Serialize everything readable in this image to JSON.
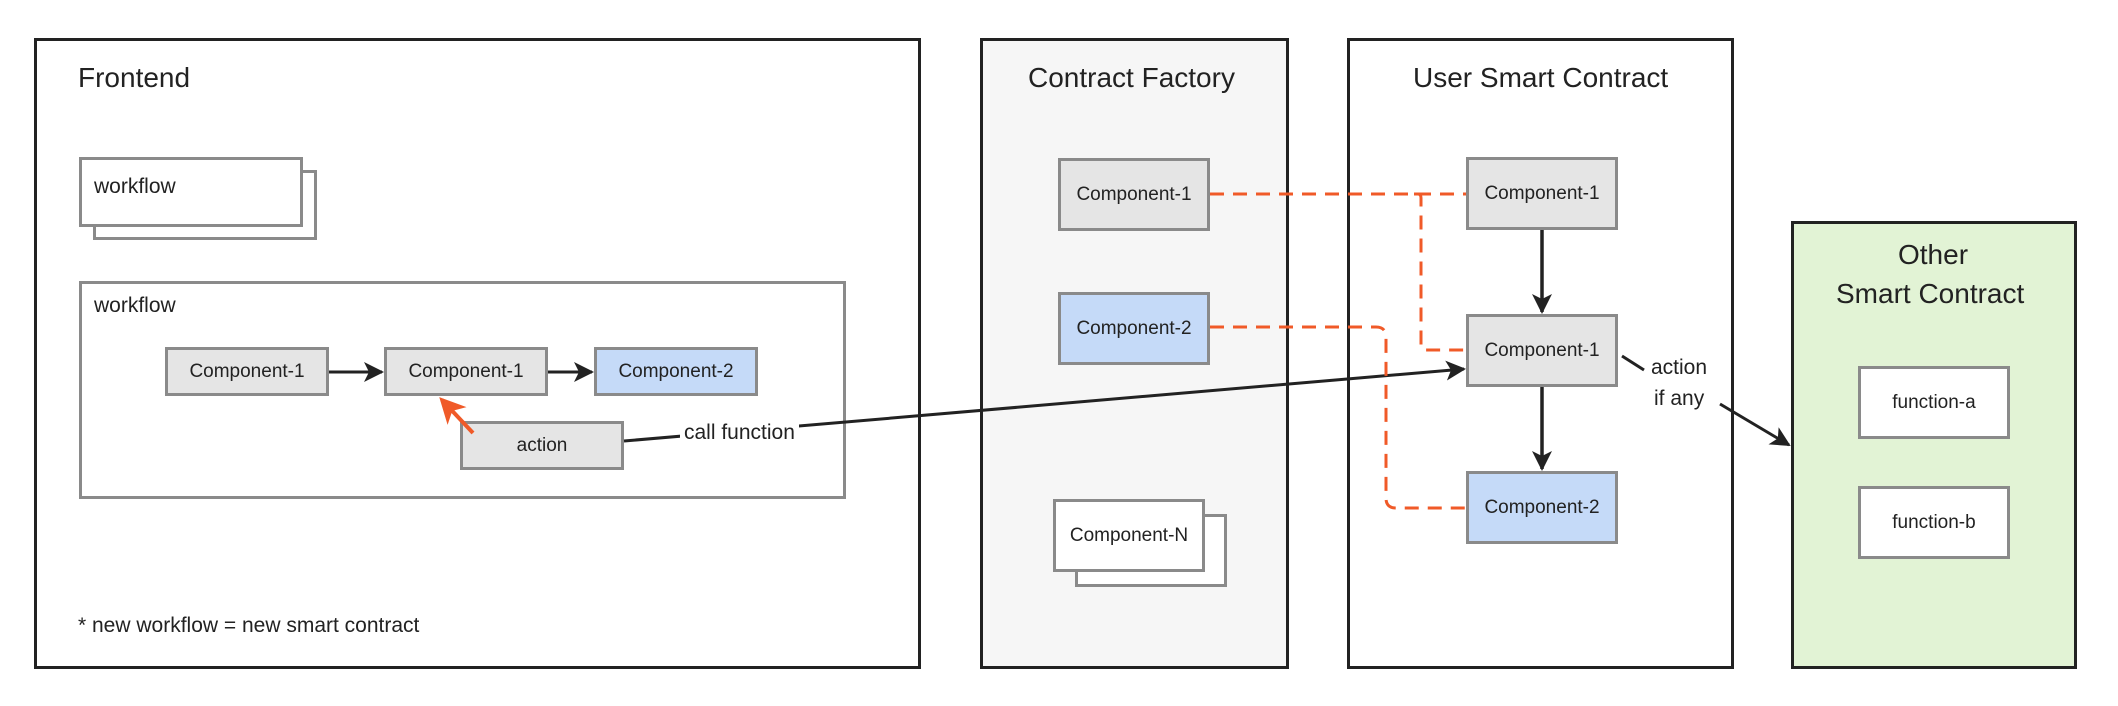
{
  "frontend": {
    "title": "Frontend",
    "workflow_stack_label": "workflow",
    "workflow_label": "workflow",
    "nodes": {
      "c1a": "Component-1",
      "c1b": "Component-1",
      "c2": "Component-2",
      "action": "action"
    },
    "call_function_label": "call function",
    "footnote": "* new workflow = new smart contract"
  },
  "factory": {
    "title": "Contract Factory",
    "c1": "Component-1",
    "c2": "Component-2",
    "cn": "Component-N"
  },
  "user_contract": {
    "title": "User Smart Contract",
    "c1_top": "Component-1",
    "c1_mid": "Component-1",
    "c2": "Component-2",
    "action_line1": "action",
    "action_line2": "if any"
  },
  "other_contract": {
    "title_line1": "Other",
    "title_line2": "Smart Contract",
    "fn_a": "function-a",
    "fn_b": "function-b"
  },
  "colors": {
    "dashed_link": "#f05a28",
    "back_arrow": "#f05a28",
    "blue_fill": "#c5daf8",
    "grey_fill": "#e5e5e5",
    "green_fill": "#e2f3d5"
  }
}
